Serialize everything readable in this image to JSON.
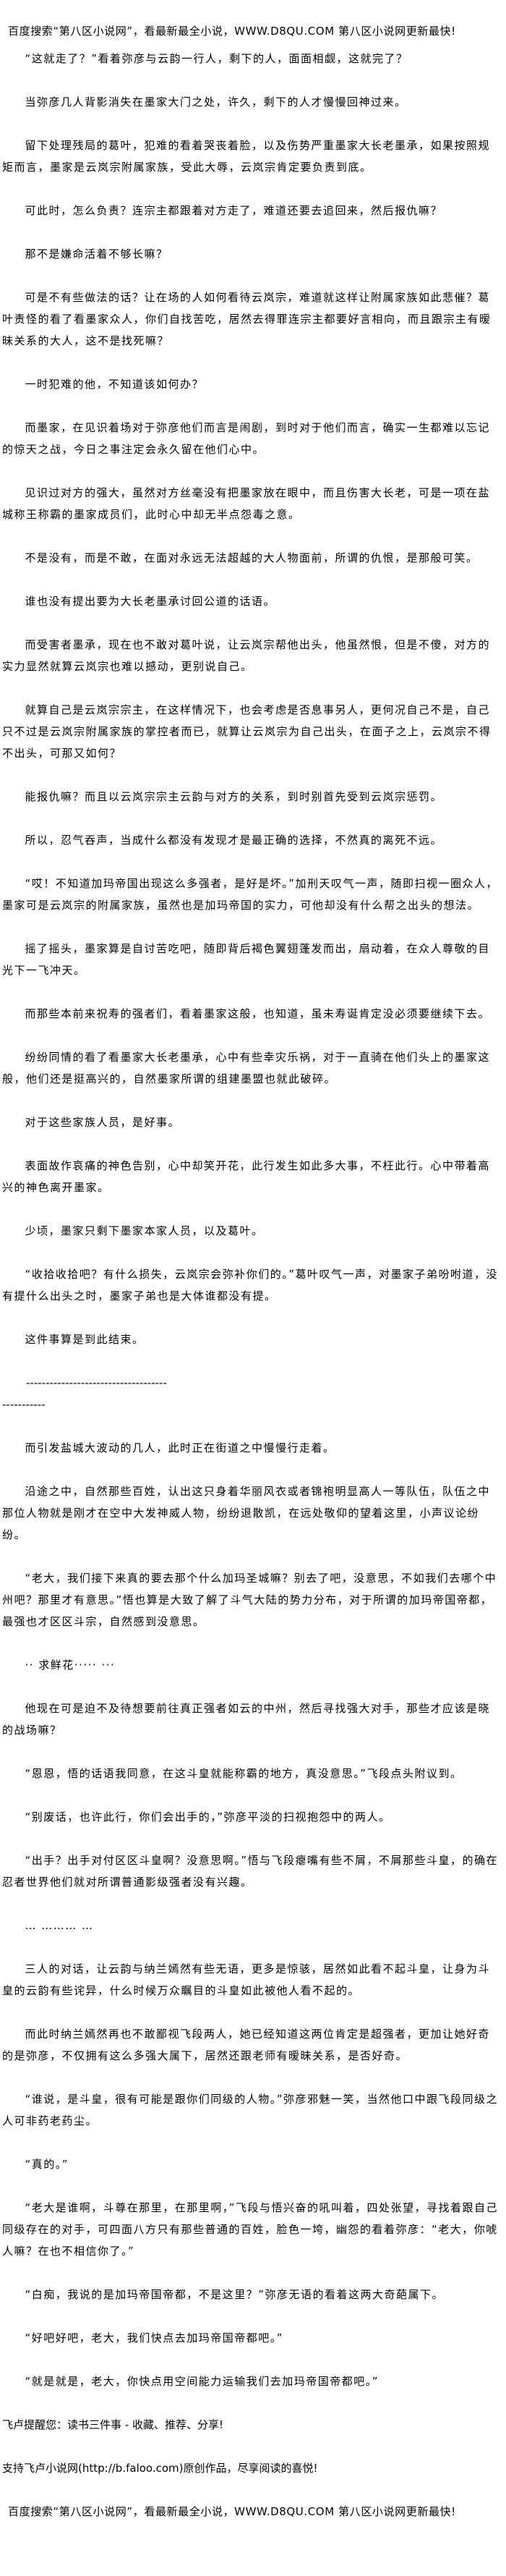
{
  "header_banner": "百度搜索“第八区小说网”，看最新最全小说，WWW.D8QU.COM  第八区小说网更新最快!",
  "paragraphs_a": [
    "“这就走了？”看着弥彦与云韵一行人，剩下的人，面面相觑，这就完了？",
    "当弥彦几人背影消失在墨家大门之处，许久，剩下的人才慢慢回神过来。",
    "留下处理残局的葛叶，犯难的看着哭丧着脸，以及伤势严重墨家大长老墨承，如果按照规矩而言，墨家是云岚宗附属家族，受此大辱，云岚宗肯定要负责到底。",
    "可此时，怎么负责？连宗主都跟着对方走了，难道还要去追回来，然后报仇嘛？",
    "那不是嫌命活着不够长嘛？",
    "可是不有些做法的话？让在场的人如何看待云岚宗，难道就这样让附属家族如此悲催？葛叶责怪的看了看墨家众人，你们自找苦吃，居然去得罪连宗主都要好言相向，而且跟宗主有暧昧关系的大人，这不是找死嘛？",
    "一时犯难的他，不知道该如何办？",
    "而墨家，在见识着场对于弥彦他们而言是闹剧，到时对于他们而言，确实一生都难以忘记的惊天之战，今日之事注定会永久留在他们心中。",
    "见识过对方的强大，虽然对方丝毫没有把墨家放在眼中，而且伤害大长老，可是一项在盐城称王称霸的墨家成员们，此时心中却无半点怨毒之意。",
    "不是没有，而是不敢，在面对永远无法超越的大人物面前，所谓的仇恨，是那般可笑。",
    "谁也没有提出要为大长老墨承讨回公道的话语。",
    "而受害者墨承，现在也不敢对葛叶说，让云岚宗帮他出头，他虽然恨，但是不傻，对方的实力显然就算云岚宗也难以撼动，更别说自己。",
    "就算自己是云岚宗宗主，在这样情况下，也会考虑是否息事另人，更何况自己不是，自己只不过是云岚宗附属家族的掌控者而已，就算让云岚宗为自己出头，在面子之上，云岚宗不得不出头，可那又如何？",
    "能报仇嘛？而且以云岚宗宗主云韵与对方的关系，到时别首先受到云岚宗惩罚。",
    "所以，忍气吞声，当成什么都没有发现才是最正确的选择，不然真的离死不远。",
    "“哎！不知道加玛帝国出现这么多强者，是好是坏。”加刑天叹气一声，随即扫视一圈众人，墨家可是云岚宗的附属家族，虽然也是加玛帝国的实力，可他却没有什么帮之出头的想法。",
    "摇了摇头，墨家算是自讨苦吃吧，随即背后褐色翼翅蓬发而出，扇动着，在众人尊敬的目光下一飞冲天。",
    "而那些本前来祝寿的强者们，看着墨家这般，也知道，虽未寿诞肯定没必须要继续下去。",
    "纷纷同情的看了看墨家大长老墨承，心中有些幸灾乐祸，对于一直骑在他们头上的墨家这般，他们还是挺高兴的，自然墨家所谓的组建墨盟也就此破碎。",
    "对于这些家族人员，是好事。",
    "表面故作哀痛的神色告别，心中却笑开花，此行发生如此多大事，不枉此行。心中带着高兴的神色离开墨家。",
    "少顷，墨家只剩下墨家本家人员，以及葛叶。",
    "“收拾收拾吧？有什么损失，云岚宗会弥补你们的。”葛叶叹气一声，对墨家子弟吩咐道，没有提什么出头之时，墨家子弟也是大体谁都没有提。",
    "这件事算是到此结束。"
  ],
  "divider": {
    "line1": "------------------------------------",
    "line2": "-----------"
  },
  "paragraphs_b": [
    "而引发盐城大波动的几人，此时正在街道之中慢慢行走着。",
    "沿途之中，自然那些百姓，认出这只身着华丽风衣或者锦袍明显高人一等队伍，队伍之中那位人物就是刚才在空中大发神威人物，纷纷退散凯，在远处敬仰的望着这里，小声议论纷纷。",
    "“老大，我们接下来真的要去那个什么加玛圣城嘛？别去了吧，没意思，不如我们去哪个中州吧？那里才有意思。”悟也算是大致了解了斗气大陆的势力分布，对于所谓的加玛帝国帝都，最强也才区区斗宗，自然感到没意思。",
    "·· 求鲜花····· ···",
    "他现在可是迫不及待想要前往真正强者如云的中州，然后寻找强大对手，那些才应该是晓的战场嘛？",
    "“恩恩，悟的话语我同意，在这斗皇就能称霸的地方，真没意思。”飞段点头附议到。",
    "“别废话，也许此行，你们会出手的，”弥彦平淡的扫视抱怨中的两人。",
    "“出手？出手对付区区斗皇啊？没意思啊。”悟与飞段瘪嘴有些不屑，不屑那些斗皇，的确在忍者世界他们就对所谓普通影级强者没有兴趣。",
    "… ……… …",
    "三人的对话，让云韵与纳兰嫣然有些无语，更多是惊骇，居然如此看不起斗皇，让身为斗皇的云韵有些诧异，什么时候万众瞩目的斗皇如此被他人看不起的。",
    "而此时纳兰嫣然再也不敢鄙视飞段两人，她已经知道这两位肯定是超强者，更加让她好奇的是弥彦，不仅拥有这么多强大属下，居然还跟老师有暧昧关系，是否好奇。",
    "“谁说，是斗皇，很有可能是跟你们同级的人物。”弥彦邪魅一笑，当然他口中跟飞段同级之人可非药老药尘。",
    "“真的。”",
    "“老大是谁啊，斗尊在那里，在那里啊，”飞段与悟兴奋的吼叫着，四处张望，寻找着跟自己同级存在的对手，可四面八方只有那些普通的百姓，脸色一垮，幽怨的看着弥彦：“老大，你唬人嘛？在也不相信你了。”",
    "“白痴，我说的是加玛帝国帝都，不是这里？”弥彦无语的看着这两大奇葩属下。",
    "“好吧好吧，老大，我们快点去加玛帝国帝都吧。”",
    "“就是就是，老大，你快点用空间能力运输我们去加玛帝国帝都吧。”"
  ],
  "footer": {
    "reminder": "飞卢提醒您：读书三件事 - 收藏、推荐、分享!",
    "support": "支持飞卢小说网(http://b.faloo.com)原创作品，尽享阅读的喜悦!",
    "banner": "百度搜索“第八区小说网”，看最新最全小说，WWW.D8QU.COM  第八区小说网更新最快!"
  }
}
